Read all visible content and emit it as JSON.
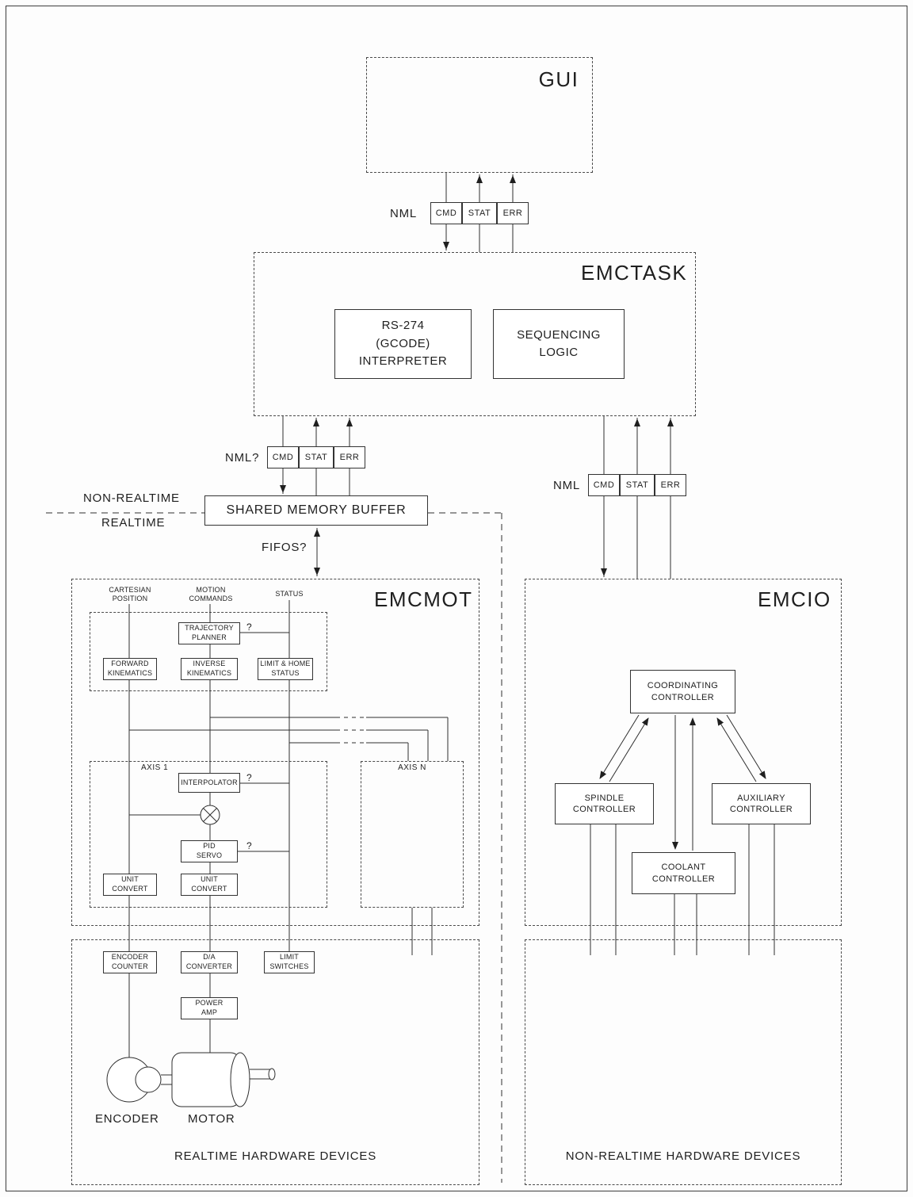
{
  "titles": {
    "gui": "GUI",
    "emctask": "EMCTASK",
    "emcmot": "EMCMOT",
    "emcio": "EMCIO"
  },
  "nml": {
    "top": "NML",
    "left": "NML?",
    "right": "NML",
    "channels": [
      "CMD",
      "STAT",
      "ERR"
    ]
  },
  "emctask": {
    "interpreter": "RS-274\n(GCODE)\nINTERPRETER",
    "sequencing": "SEQUENCING\nLOGIC"
  },
  "buffer": {
    "shared_memory": "SHARED MEMORY BUFFER",
    "fifos": "FIFOS?"
  },
  "divider": {
    "non_realtime": "NON-REALTIME",
    "realtime": "REALTIME"
  },
  "emcmot": {
    "headers": {
      "cartesian": "CARTESIAN\nPOSITION",
      "motion": "MOTION\nCOMMANDS",
      "status": "STATUS"
    },
    "trajectory_planner": "TRAJECTORY\nPLANNER",
    "forward_kinematics": "FORWARD\nKINEMATICS",
    "inverse_kinematics": "INVERSE\nKINEMATICS",
    "limit_home_status": "LIMIT & HOME\nSTATUS",
    "axis1": "AXIS 1",
    "axisn": "AXIS N",
    "interpolator": "INTERPOLATOR",
    "pid_servo": "PID\nSERVO",
    "unit_convert": "UNIT\nCONVERT",
    "question_mark": "?"
  },
  "emcio": {
    "coordinating": "COORDINATING\nCONTROLLER",
    "spindle": "SPINDLE\nCONTROLLER",
    "auxiliary": "AUXILIARY\nCONTROLLER",
    "coolant": "COOLANT\nCONTROLLER"
  },
  "hardware": {
    "encoder_counter": "ENCODER\nCOUNTER",
    "da_converter": "D/A\nCONVERTER",
    "limit_switches": "LIMIT\nSWITCHES",
    "power_amp": "POWER\nAMP",
    "encoder": "ENCODER",
    "motor": "MOTOR",
    "realtime_caption": "REALTIME HARDWARE DEVICES",
    "non_realtime_caption": "NON-REALTIME HARDWARE DEVICES"
  }
}
